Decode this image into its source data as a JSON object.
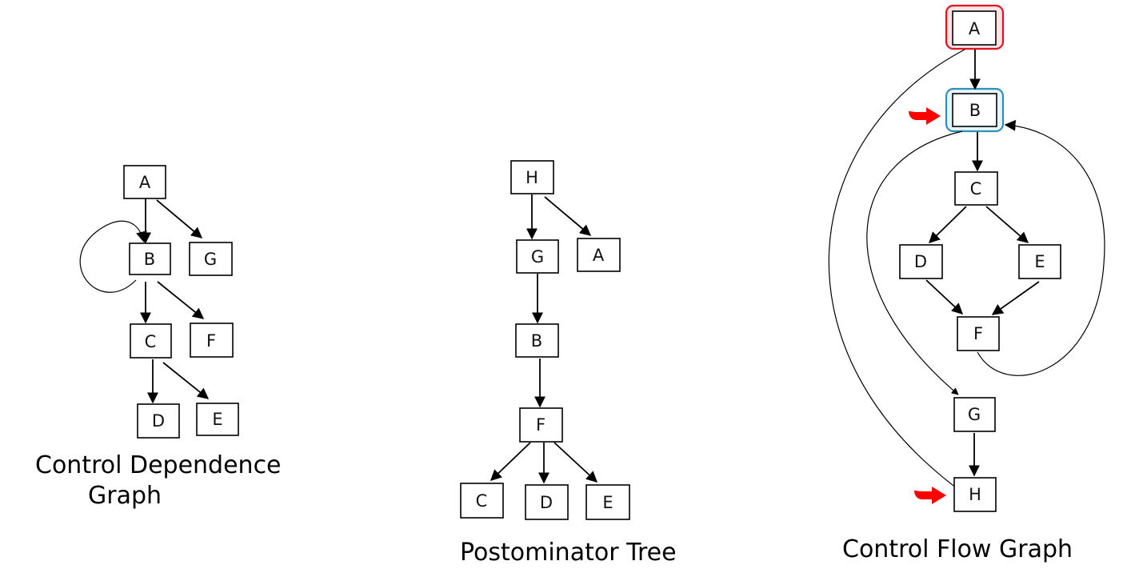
{
  "captions": {
    "cdg_line1": "Control Dependence",
    "cdg_line2": "Graph",
    "pdt": "Postominator Tree",
    "cfg": "Control Flow Graph"
  },
  "cdg": {
    "nodes": {
      "A": "A",
      "B": "B",
      "G": "G",
      "C": "C",
      "F": "F",
      "D": "D",
      "E": "E"
    },
    "edges": [
      [
        "A",
        "B"
      ],
      [
        "A",
        "G"
      ],
      [
        "B",
        "B"
      ],
      [
        "B",
        "C"
      ],
      [
        "B",
        "F"
      ],
      [
        "C",
        "D"
      ],
      [
        "C",
        "E"
      ]
    ]
  },
  "pdt": {
    "nodes": {
      "H": "H",
      "G": "G",
      "A": "A",
      "B": "B",
      "F": "F",
      "C": "C",
      "D": "D",
      "E": "E"
    },
    "edges": [
      [
        "H",
        "G"
      ],
      [
        "H",
        "A"
      ],
      [
        "G",
        "B"
      ],
      [
        "B",
        "F"
      ],
      [
        "F",
        "C"
      ],
      [
        "F",
        "D"
      ],
      [
        "F",
        "E"
      ]
    ]
  },
  "cfg": {
    "nodes": {
      "A": "A",
      "B": "B",
      "C": "C",
      "D": "D",
      "E": "E",
      "F": "F",
      "G": "G",
      "H": "H"
    },
    "edges": [
      [
        "A",
        "B"
      ],
      [
        "A",
        "H"
      ],
      [
        "B",
        "C"
      ],
      [
        "B",
        "G"
      ],
      [
        "C",
        "D"
      ],
      [
        "C",
        "E"
      ],
      [
        "D",
        "F"
      ],
      [
        "E",
        "F"
      ],
      [
        "F",
        "B"
      ],
      [
        "G",
        "H"
      ]
    ],
    "highlighted": {
      "A": "red",
      "B": "blue"
    },
    "pointer_nodes": [
      "B",
      "H"
    ]
  },
  "colors": {
    "highlight_red": "#e0121f",
    "highlight_blue": "#2f8fb8",
    "pointer": "#ff0000"
  }
}
